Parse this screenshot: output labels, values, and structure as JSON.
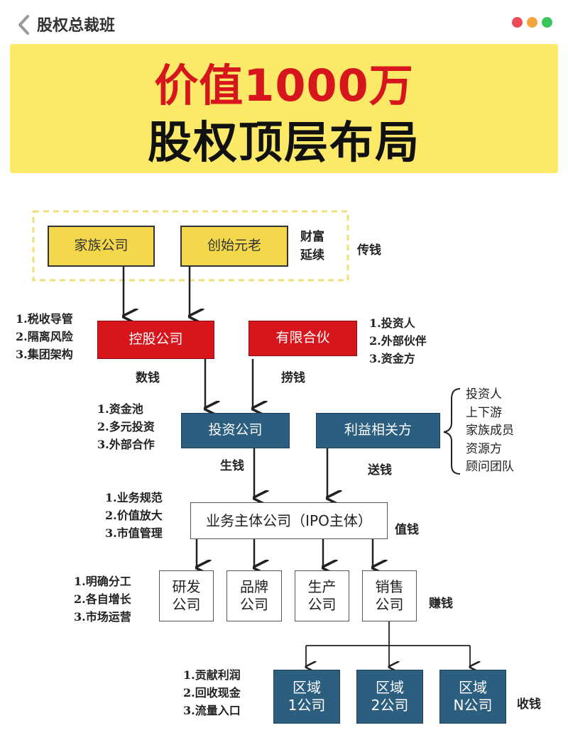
{
  "header": {
    "title": "股权总裁班"
  },
  "colors": {
    "title_red": "#d7151d",
    "banner_yellow": "#fbe967",
    "box_teal": "#2c5e80",
    "box_yellow": "#f3d84b"
  },
  "banner": {
    "line1": "价值1000万",
    "line2": "股权顶层布局"
  },
  "nodes": {
    "family_company": "家族公司",
    "founder_elders": "创始元老",
    "holding_company": "控股公司",
    "limited_partnership": "有限合伙",
    "investment_company": "投资公司",
    "stakeholders": "利益相关方",
    "main_business_company": "业务主体公司（IPO主体）",
    "rd_company": [
      "研发",
      "公司"
    ],
    "brand_company": [
      "品牌",
      "公司"
    ],
    "production_company": [
      "生产",
      "公司"
    ],
    "sales_company": [
      "销售",
      "公司"
    ],
    "region_1_company": [
      "区域",
      "1公司"
    ],
    "region_2_company": [
      "区域",
      "2公司"
    ],
    "region_n_company": [
      "区域",
      "N公司"
    ]
  },
  "notes": {
    "wealth_continuation": [
      "财富",
      "延续"
    ],
    "holding_functions": [
      "1.税收导管",
      "2.隔离风险",
      "3.集团架构"
    ],
    "partnership_functions": [
      "1.投资人",
      "2.外部伙伴",
      "3.资金方"
    ],
    "investment_functions": [
      "1.资金池",
      "2.多元投资",
      "3.外部合作"
    ],
    "stakeholder_list": [
      "投资人",
      "上下游",
      "家族成员",
      "资源方",
      "顾问团队"
    ],
    "business_functions": [
      "1.业务规范",
      "2.价值放大",
      "3.市值管理"
    ],
    "department_functions": [
      "1.明确分工",
      "2.各自增长",
      "3.市场运营"
    ],
    "region_functions": [
      "1.贡献利润",
      "2.回收现金",
      "3.流量入口"
    ]
  },
  "tags": {
    "pass_money": "传钱",
    "count_money": "数钱",
    "fish_money": "捞钱",
    "grow_money": "生钱",
    "send_money": "送钱",
    "worth_money": "值钱",
    "earn_money": "赚钱",
    "collect_money": "收钱"
  }
}
